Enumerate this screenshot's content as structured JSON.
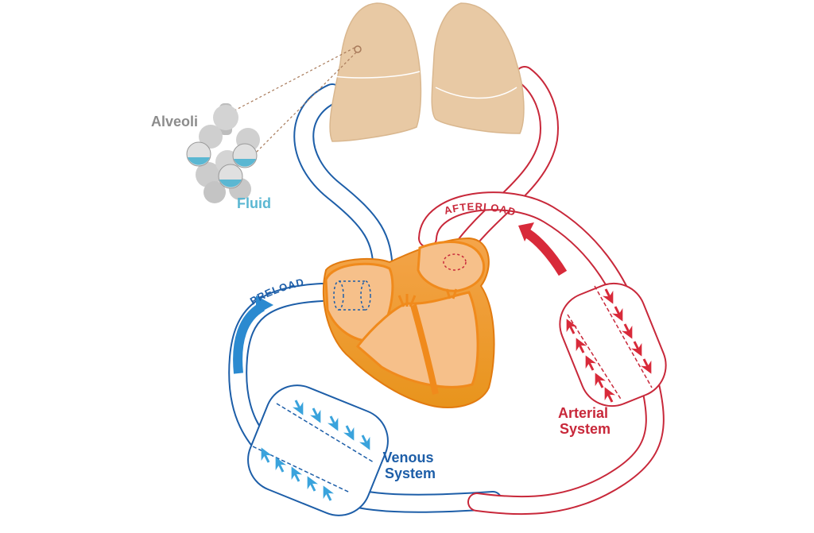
{
  "labels": {
    "alveoli": "Alveoli",
    "fluid": "Fluid",
    "preload": "PRELOAD",
    "afterload": "AFTERLOAD",
    "venous_line1": "Venous",
    "venous_line2": "System",
    "arterial_line1": "Arterial",
    "arterial_line2": "System"
  },
  "colors": {
    "venous": "#1d5ea8",
    "venous_arrow": "#3aa3dc",
    "arterial": "#c8283a",
    "lung": "#e8c9a4",
    "heart_outer": "#f08a1c",
    "heart_inner": "#f5c48a",
    "alveoli_gray": "#c9c9c9",
    "fluid_text": "#5bb7d2",
    "alveoli_text": "#8c8c8c"
  }
}
